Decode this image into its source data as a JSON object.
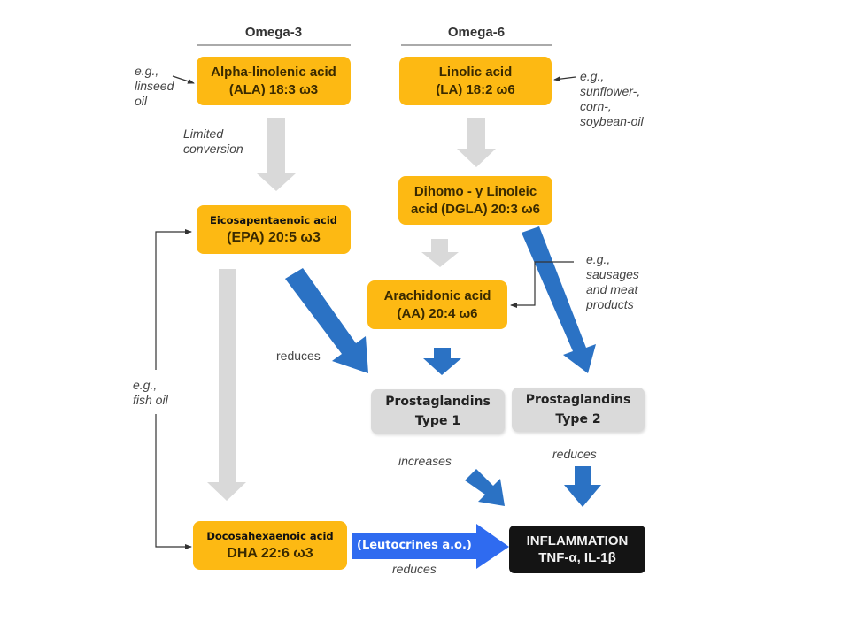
{
  "colors": {
    "acid_box": "#FDB913",
    "prostaglandin_box": "#DADADA",
    "inflammation_box": "#141414",
    "blue_arrow": "#2B72C4",
    "gray_arrow": "#D9D9D9",
    "leutocrines_arrow": "#2F6BF0"
  },
  "headers": {
    "omega3": "Omega-3",
    "omega6": "Omega-6"
  },
  "omega3": {
    "ala": {
      "line1": "Alpha-linolenic acid",
      "line2": "(ALA) 18:3 ω3"
    },
    "epa": {
      "line1": "Eicosapentaenoic acid",
      "line2": "(EPA) 20:5 ω3"
    },
    "dha": {
      "line1": "Docosahexaenoic acid",
      "line2": "DHA 22:6 ω3"
    }
  },
  "omega6": {
    "la": {
      "line1": "Linolic acid",
      "line2": "(LA) 18:2 ω6"
    },
    "dgla": {
      "line1": "Dihomo - γ Linoleic",
      "line2": "acid (DGLA) 20:3 ω6"
    },
    "aa": {
      "line1": "Arachidonic acid",
      "line2": "(AA) 20:4 ω6"
    }
  },
  "prostaglandins": {
    "type1": {
      "line1": "Prostaglandins",
      "line2": "Type 1"
    },
    "type2": {
      "line1": "Prostaglandins",
      "line2": "Type 2"
    }
  },
  "inflammation": {
    "line1": "INFLAMMATION",
    "line2": "TNF-α, IL-1β"
  },
  "notes": {
    "linseed": [
      "e.g.,",
      "linseed",
      "oil"
    ],
    "sunflower": [
      "e.g.,",
      "sunflower-,",
      "corn-,",
      "soybean-oil"
    ],
    "limited": [
      "Limited",
      "conversion"
    ],
    "sausages": [
      "e.g.,",
      "sausages",
      "and meat",
      "products"
    ],
    "fish_oil": [
      "e.g.,",
      "fish oil"
    ]
  },
  "labels": {
    "reduces_epa": "reduces",
    "increases": "increases",
    "reduces_type2": "reduces",
    "reduces_dha": "reduces",
    "leutocrines": "(Leutocrines a.o.)"
  }
}
